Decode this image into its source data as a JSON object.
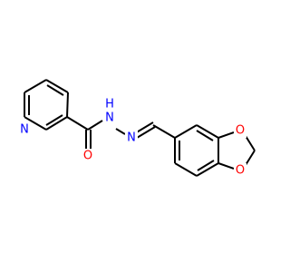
{
  "structure": {
    "atoms": {
      "pyridine_n": {
        "label": "N",
        "color": "#0000ff"
      },
      "amide_o": {
        "label": "O",
        "color": "#ff0000"
      },
      "hydrazone_nh": {
        "label": "N",
        "color": "#0000ff"
      },
      "hydrazone_h": {
        "label": "H",
        "color": "#0000ff"
      },
      "imine_n": {
        "label": "N",
        "color": "#0000ff"
      },
      "dioxole_o_upper": {
        "label": "O",
        "color": "#ff0000"
      },
      "dioxole_o_lower": {
        "label": "O",
        "color": "#ff0000"
      }
    },
    "bond_color": "#000000"
  }
}
